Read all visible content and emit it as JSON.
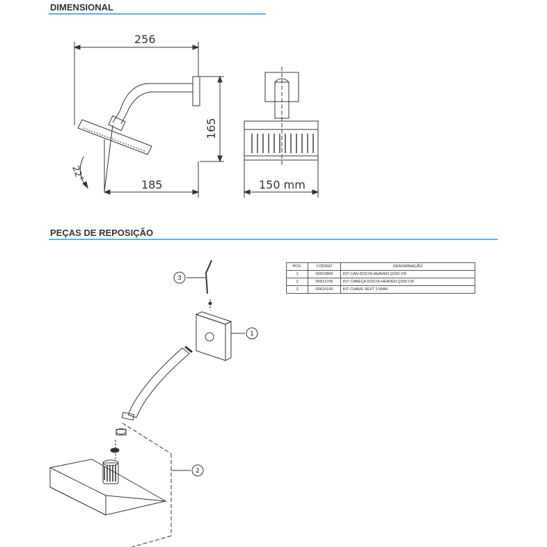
{
  "sections": {
    "dimensional_title": "DIMENSIONAL",
    "parts_title": "PEÇAS DE REPOSIÇÃO"
  },
  "dimensions": {
    "length_overall": "256",
    "height": "165",
    "projection": "185",
    "angle": "22°",
    "head_width": "150 mm"
  },
  "callouts": [
    "1",
    "2",
    "3"
  ],
  "parts_table": {
    "headers": [
      "POS.",
      "CÓDIGO",
      "DENOMINAÇÃO"
    ],
    "rows": [
      {
        "pos": "1",
        "code": "00913806",
        "name": "KIT CAN DOCOLHEAVEN Q150 CR"
      },
      {
        "pos": "2",
        "code": "00913706",
        "name": "KIT CABEÇA DOCOLHEAVEN Q150 CR"
      },
      {
        "pos": "3",
        "code": "00615100",
        "name": "KIT CHAVE SEXT 2,5MM"
      }
    ]
  },
  "colors": {
    "accent_rule": "#5bb3dd",
    "line": "#333333"
  }
}
